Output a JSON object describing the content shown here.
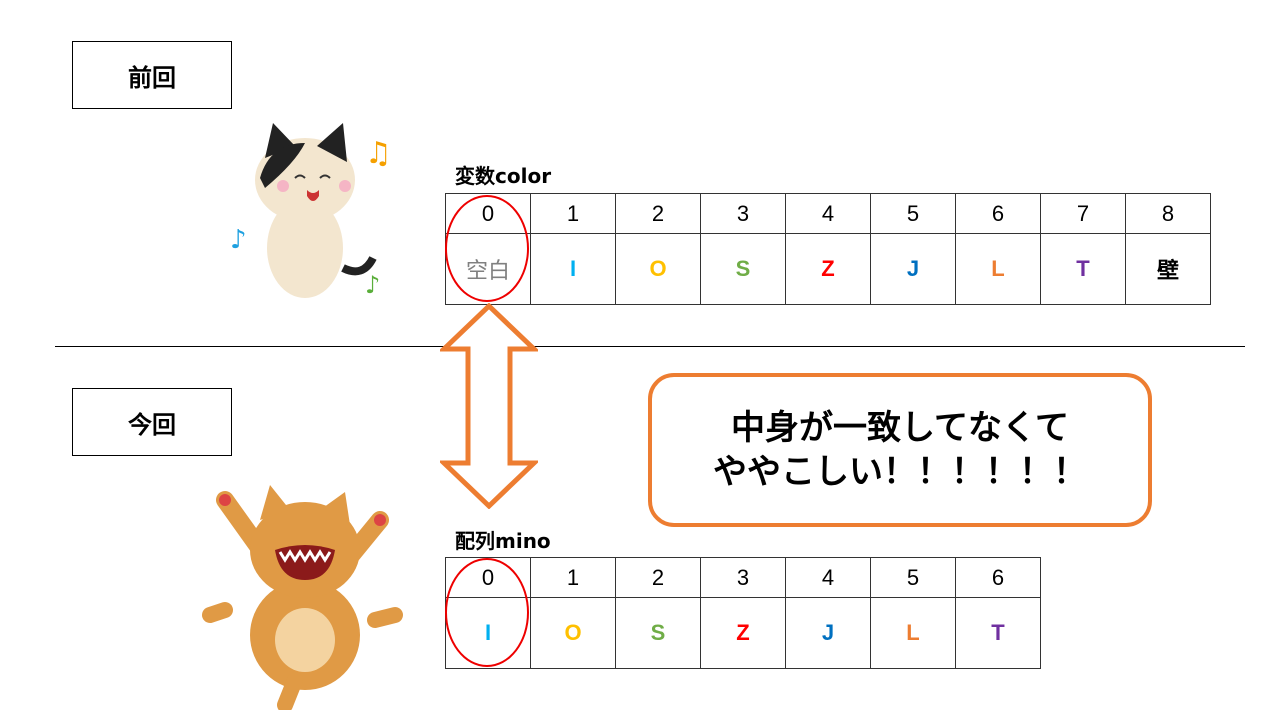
{
  "prev_label": "前回",
  "curr_label": "今回",
  "color_table": {
    "title": "変数color",
    "indices": [
      "0",
      "1",
      "2",
      "3",
      "4",
      "5",
      "6",
      "7",
      "8"
    ],
    "values": [
      "空白",
      "I",
      "O",
      "S",
      "Z",
      "J",
      "L",
      "T",
      "壁"
    ],
    "colors": [
      "#808080",
      "#00B0F0",
      "#FFC000",
      "#70AD47",
      "#FF0000",
      "#0070C0",
      "#ED7D31",
      "#7030A0",
      "#000000"
    ]
  },
  "mino_table": {
    "title": "配列mino",
    "indices": [
      "0",
      "1",
      "2",
      "3",
      "4",
      "5",
      "6"
    ],
    "values": [
      "I",
      "O",
      "S",
      "Z",
      "J",
      "L",
      "T"
    ],
    "colors": [
      "#00B0F0",
      "#FFC000",
      "#70AD47",
      "#FF0000",
      "#0070C0",
      "#ED7D31",
      "#7030A0"
    ]
  },
  "callout": {
    "line1": "中身が一致してなくて",
    "line2": "ややこしい！！！！！！"
  },
  "accent": "#ED7D31"
}
